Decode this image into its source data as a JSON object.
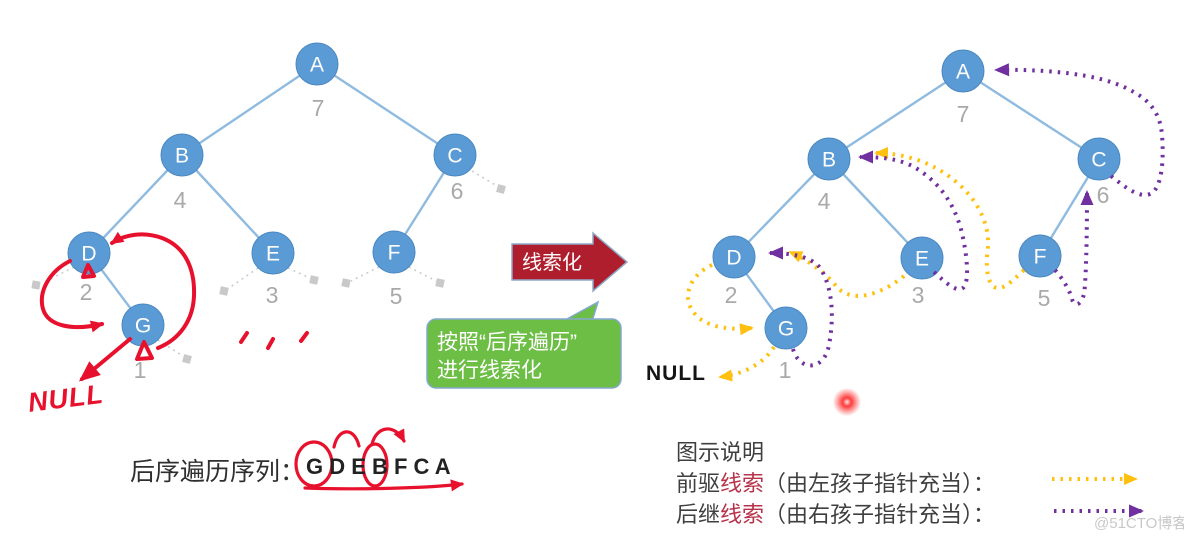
{
  "left_tree": {
    "nodes": [
      {
        "label": "A",
        "num": "7"
      },
      {
        "label": "B",
        "num": "4"
      },
      {
        "label": "C",
        "num": "6"
      },
      {
        "label": "D",
        "num": "2"
      },
      {
        "label": "E",
        "num": "3"
      },
      {
        "label": "F",
        "num": "5"
      },
      {
        "label": "G",
        "num": "1"
      }
    ],
    "handwritten_null": "NULL",
    "sequence_label": "后序遍历序列：",
    "sequence": "G D E B F C A"
  },
  "transform_arrow": {
    "label": "线索化"
  },
  "callout": {
    "line1": "按照“后序遍历”",
    "line2": "进行线索化"
  },
  "right_tree": {
    "nodes": [
      {
        "label": "A",
        "num": "7"
      },
      {
        "label": "B",
        "num": "4"
      },
      {
        "label": "C",
        "num": "6"
      },
      {
        "label": "D",
        "num": "2"
      },
      {
        "label": "E",
        "num": "3"
      },
      {
        "label": "F",
        "num": "5"
      },
      {
        "label": "G",
        "num": "1"
      }
    ],
    "null_label": "NULL"
  },
  "legend": {
    "title": "图示说明",
    "predecessor": {
      "prefix": "前驱",
      "keyword": "线索",
      "suffix": "（由左孩子指针充当）："
    },
    "successor": {
      "prefix": "后继",
      "keyword": "线索",
      "suffix": "（由右孩子指针充当）："
    }
  },
  "watermark": "@51CTO博客",
  "colors": {
    "node_blue": "#5B9BD5",
    "edge_blue": "#8FBBE0",
    "thread_predecessor_yellow": "#FFC010",
    "thread_successor_purple": "#7030A0",
    "ink_red": "#E8112D",
    "banner_red": "#AF1E2D",
    "callout_green": "#6CBE45",
    "keyword_red": "#B8334A",
    "number_gray": "#A9A9A9"
  }
}
